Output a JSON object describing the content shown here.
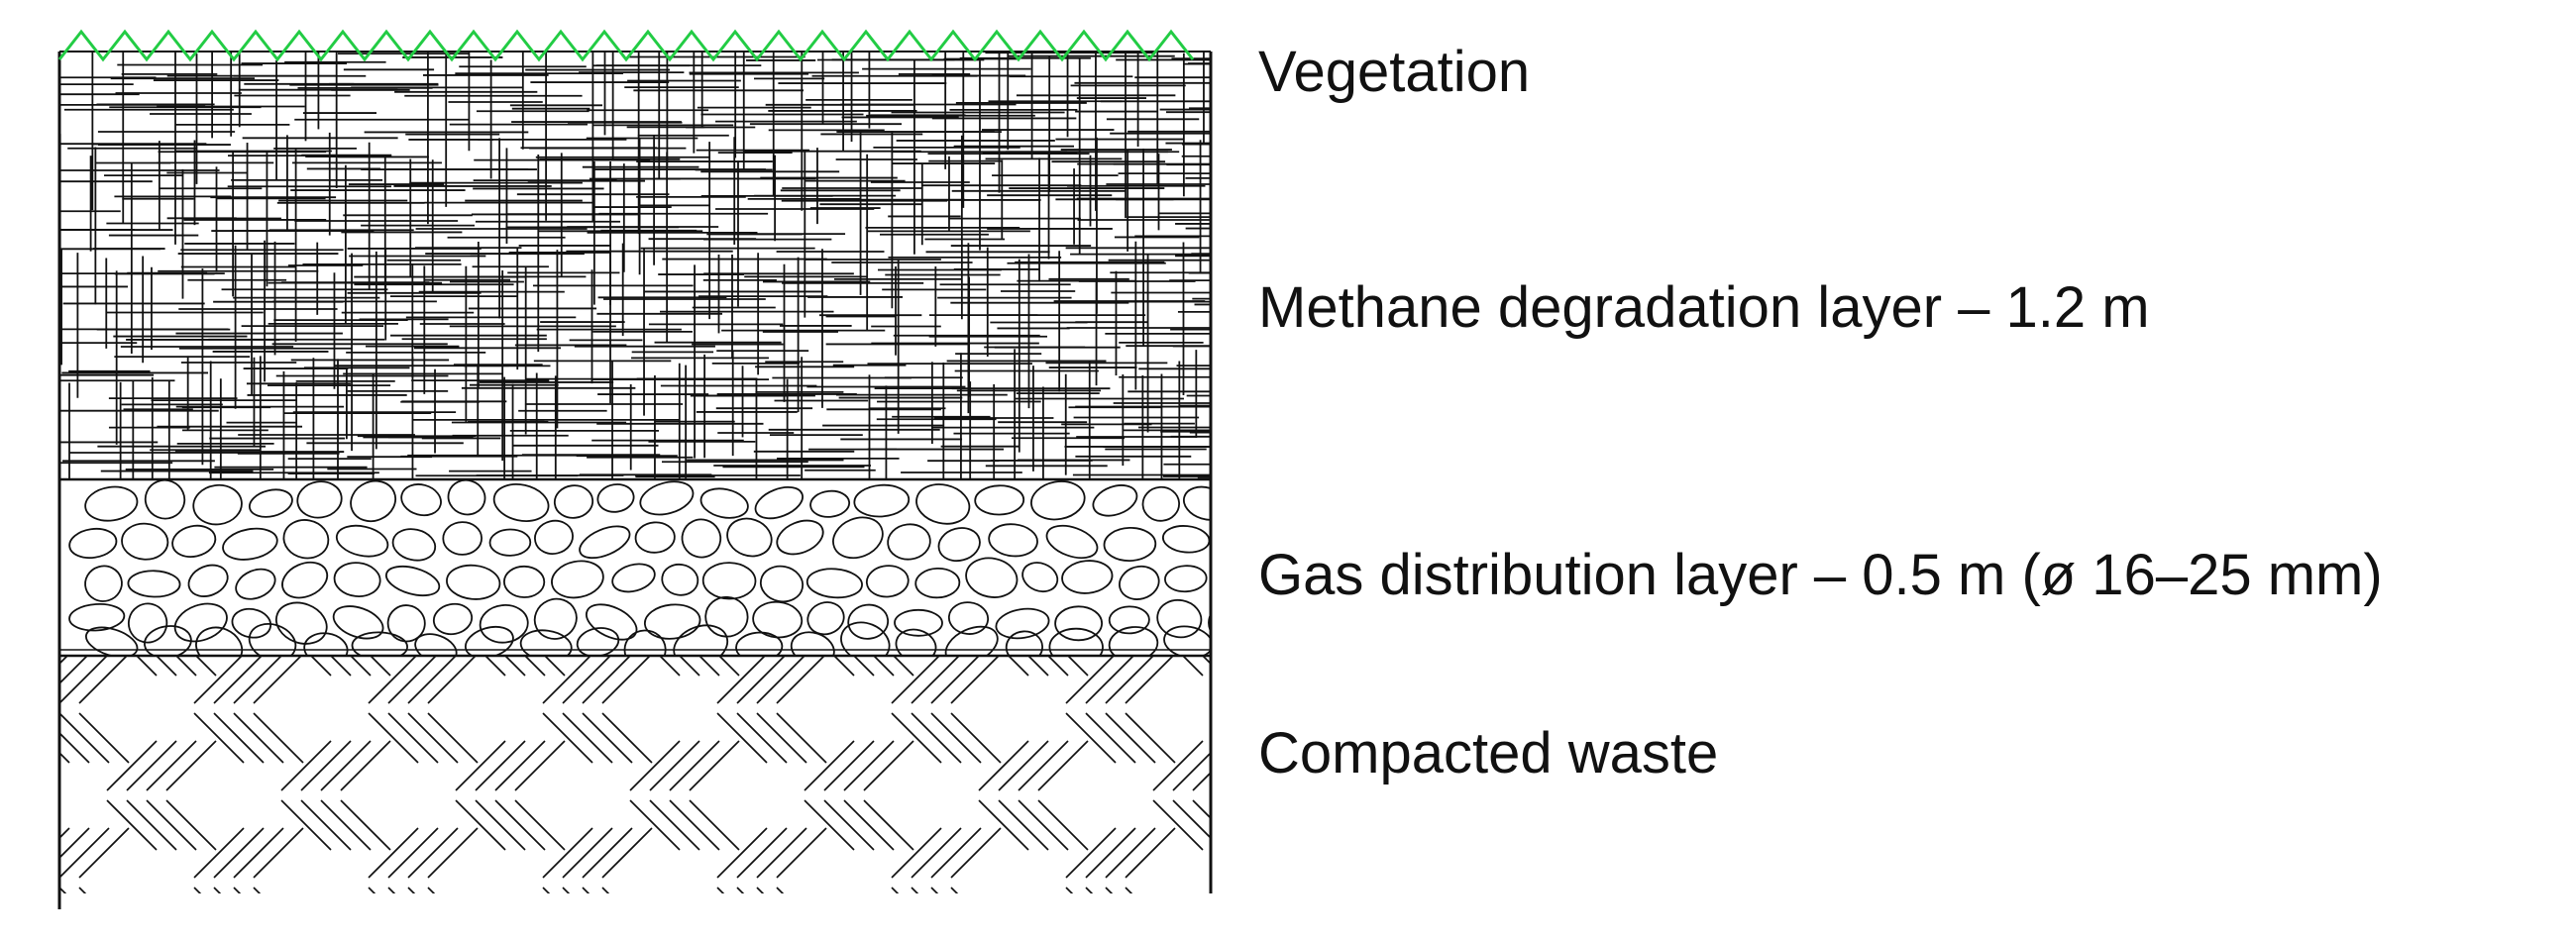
{
  "diagram": {
    "type": "soil-cover-cross-section",
    "layers": [
      {
        "id": "vegetation",
        "label": "Vegetation",
        "pattern": "zigzag-line",
        "color": "#22cc44"
      },
      {
        "id": "methane",
        "label": "Methane degradation layer – 1.2 m",
        "pattern": "cross-hatch",
        "color": "#111111"
      },
      {
        "id": "gas",
        "label": "Gas distribution layer – 0.5 m (ø 16–25 mm)",
        "pattern": "gravel",
        "color": "#111111"
      },
      {
        "id": "waste",
        "label": "Compacted waste",
        "pattern": "herringbone",
        "color": "#111111"
      }
    ]
  }
}
